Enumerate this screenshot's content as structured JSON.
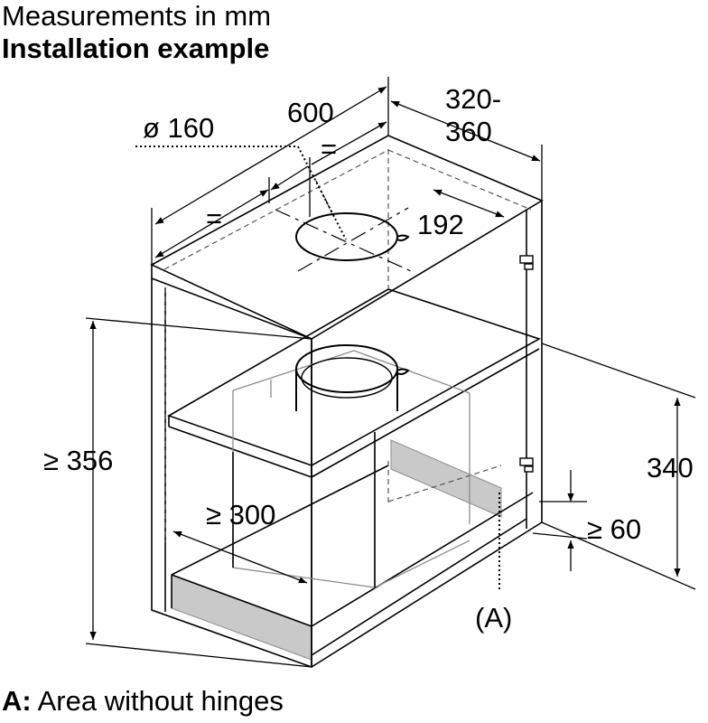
{
  "header": {
    "title": "Measurements in mm",
    "subtitle": "Installation example"
  },
  "dimensions": {
    "diameter": "ø 160",
    "width": "600",
    "equal_1": "=",
    "equal_2": "=",
    "depth_line1": "320-",
    "depth_line2": "360",
    "offset": "192",
    "height_min": "≥ 356",
    "inner_depth_min": "≥ 300",
    "right_height": "340",
    "bottom_min": "≥ 60",
    "area_marker": "(A)"
  },
  "legend": {
    "key": "A:",
    "text": "Area without hinges"
  },
  "colors": {
    "line": "#000000",
    "hidden_line": "#555555",
    "area_fill": "#c9c9c9",
    "outline_gray": "#8c8c8c"
  }
}
